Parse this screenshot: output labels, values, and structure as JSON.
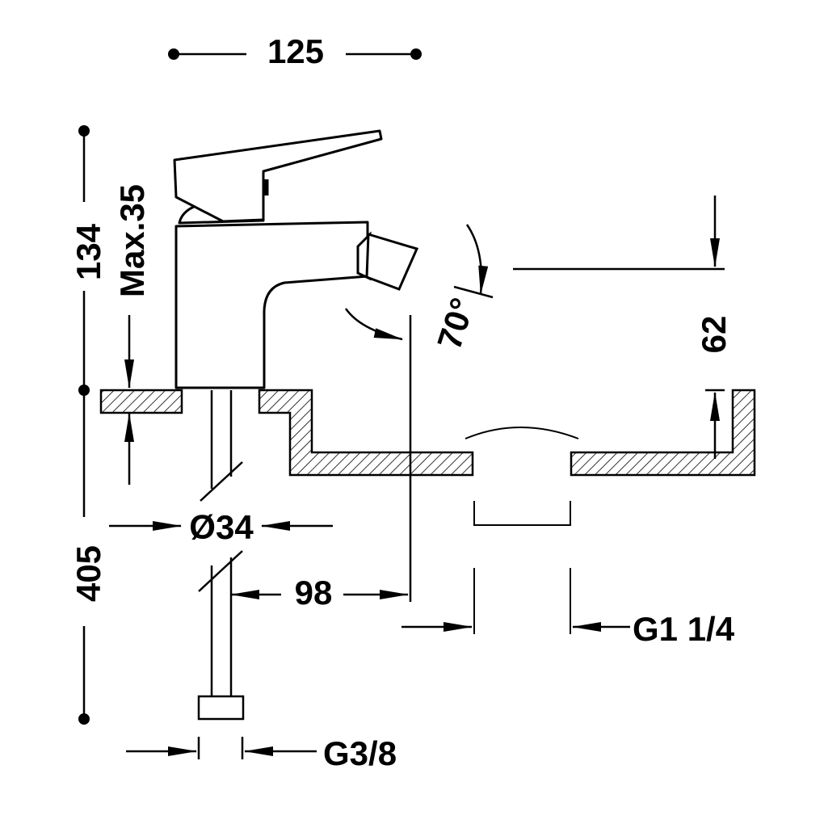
{
  "dimensions": {
    "width_125": "125",
    "height_134": "134",
    "max_35": "Max.35",
    "length_405": "405",
    "diameter_34": "Ø34",
    "reach_98": "98",
    "angle_70": "70°",
    "depth_62": "62",
    "thread_g1_1_4": "G1 1/4",
    "thread_g3_8": "G3/8"
  },
  "colors": {
    "stroke": "#000000",
    "background": "#ffffff"
  }
}
